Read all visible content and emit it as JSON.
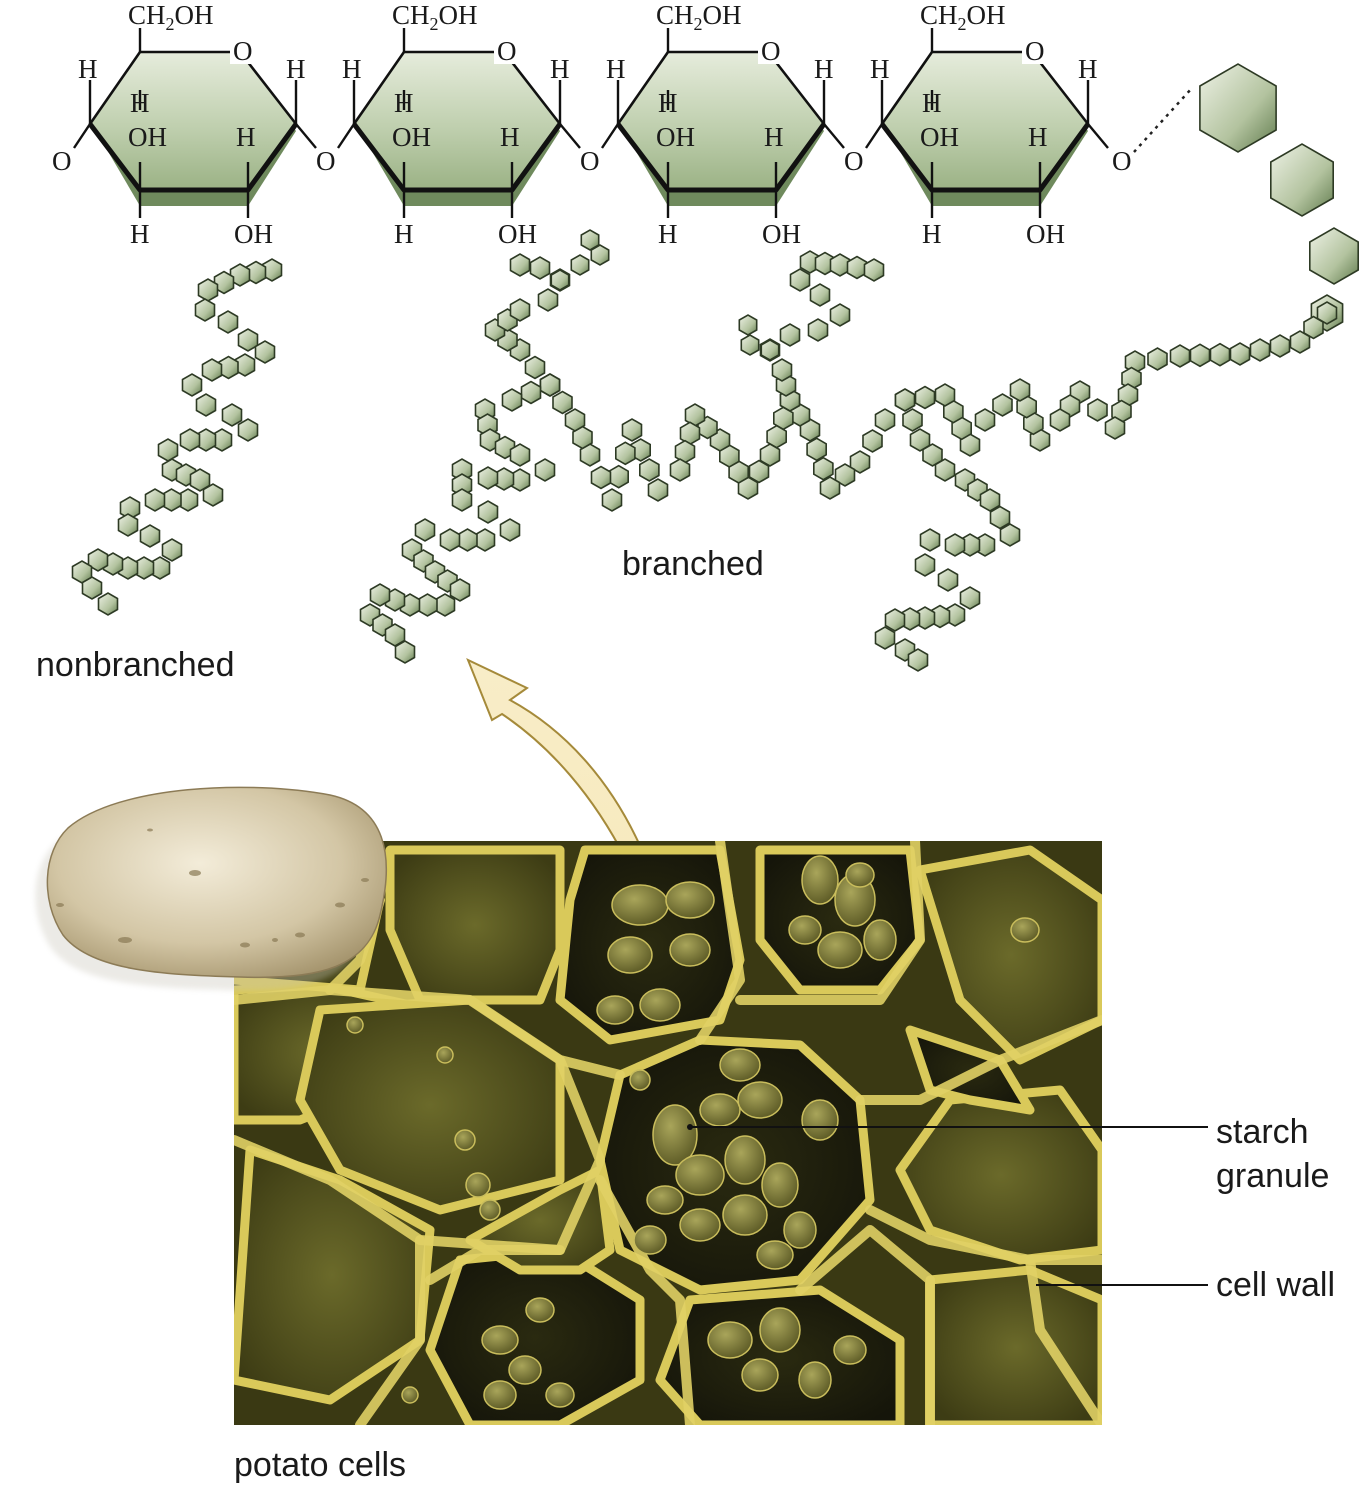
{
  "molecule": {
    "units": [
      {
        "ch2oh": "CH2OH",
        "ring_o": "O",
        "h_left": "H",
        "h_right": "H",
        "h_inner": "H",
        "oh_inner_left": "OH",
        "h_inner_right": "H",
        "h_bottom": "H",
        "oh_bottom": "OH"
      },
      {
        "ch2oh": "CH2OH",
        "ring_o": "O",
        "h_left": "H",
        "h_right": "H",
        "h_inner": "H",
        "oh_inner_left": "OH",
        "h_inner_right": "H",
        "h_bottom": "H",
        "oh_bottom": "OH"
      },
      {
        "ch2oh": "CH2OH",
        "ring_o": "O",
        "h_left": "H",
        "h_right": "H",
        "h_inner": "H",
        "oh_inner_left": "OH",
        "h_inner_right": "H",
        "h_bottom": "H",
        "oh_bottom": "OH"
      },
      {
        "ch2oh": "CH2OH",
        "ring_o": "O",
        "h_left": "H",
        "h_right": "H",
        "h_inner": "H",
        "oh_inner_left": "OH",
        "h_inner_right": "H",
        "h_bottom": "H",
        "oh_bottom": "OH"
      }
    ],
    "linking_oxygens": [
      "O",
      "O",
      "O",
      "O",
      "O"
    ]
  },
  "labels": {
    "nonbranched": "nonbranched",
    "branched": "branched",
    "starch_granule_line1": "starch",
    "starch_granule_line2": "granule",
    "cell_wall": "cell wall",
    "potato_cells": "potato cells"
  },
  "colors": {
    "ring_fill": "#c7d4b8",
    "ring_dark": "#6f8a5d",
    "micrograph_bg": "#4a4a1c",
    "cell_wall": "#d8c85a",
    "arrow_fill": "#f3e2a6",
    "potato": "#cdbd98"
  }
}
